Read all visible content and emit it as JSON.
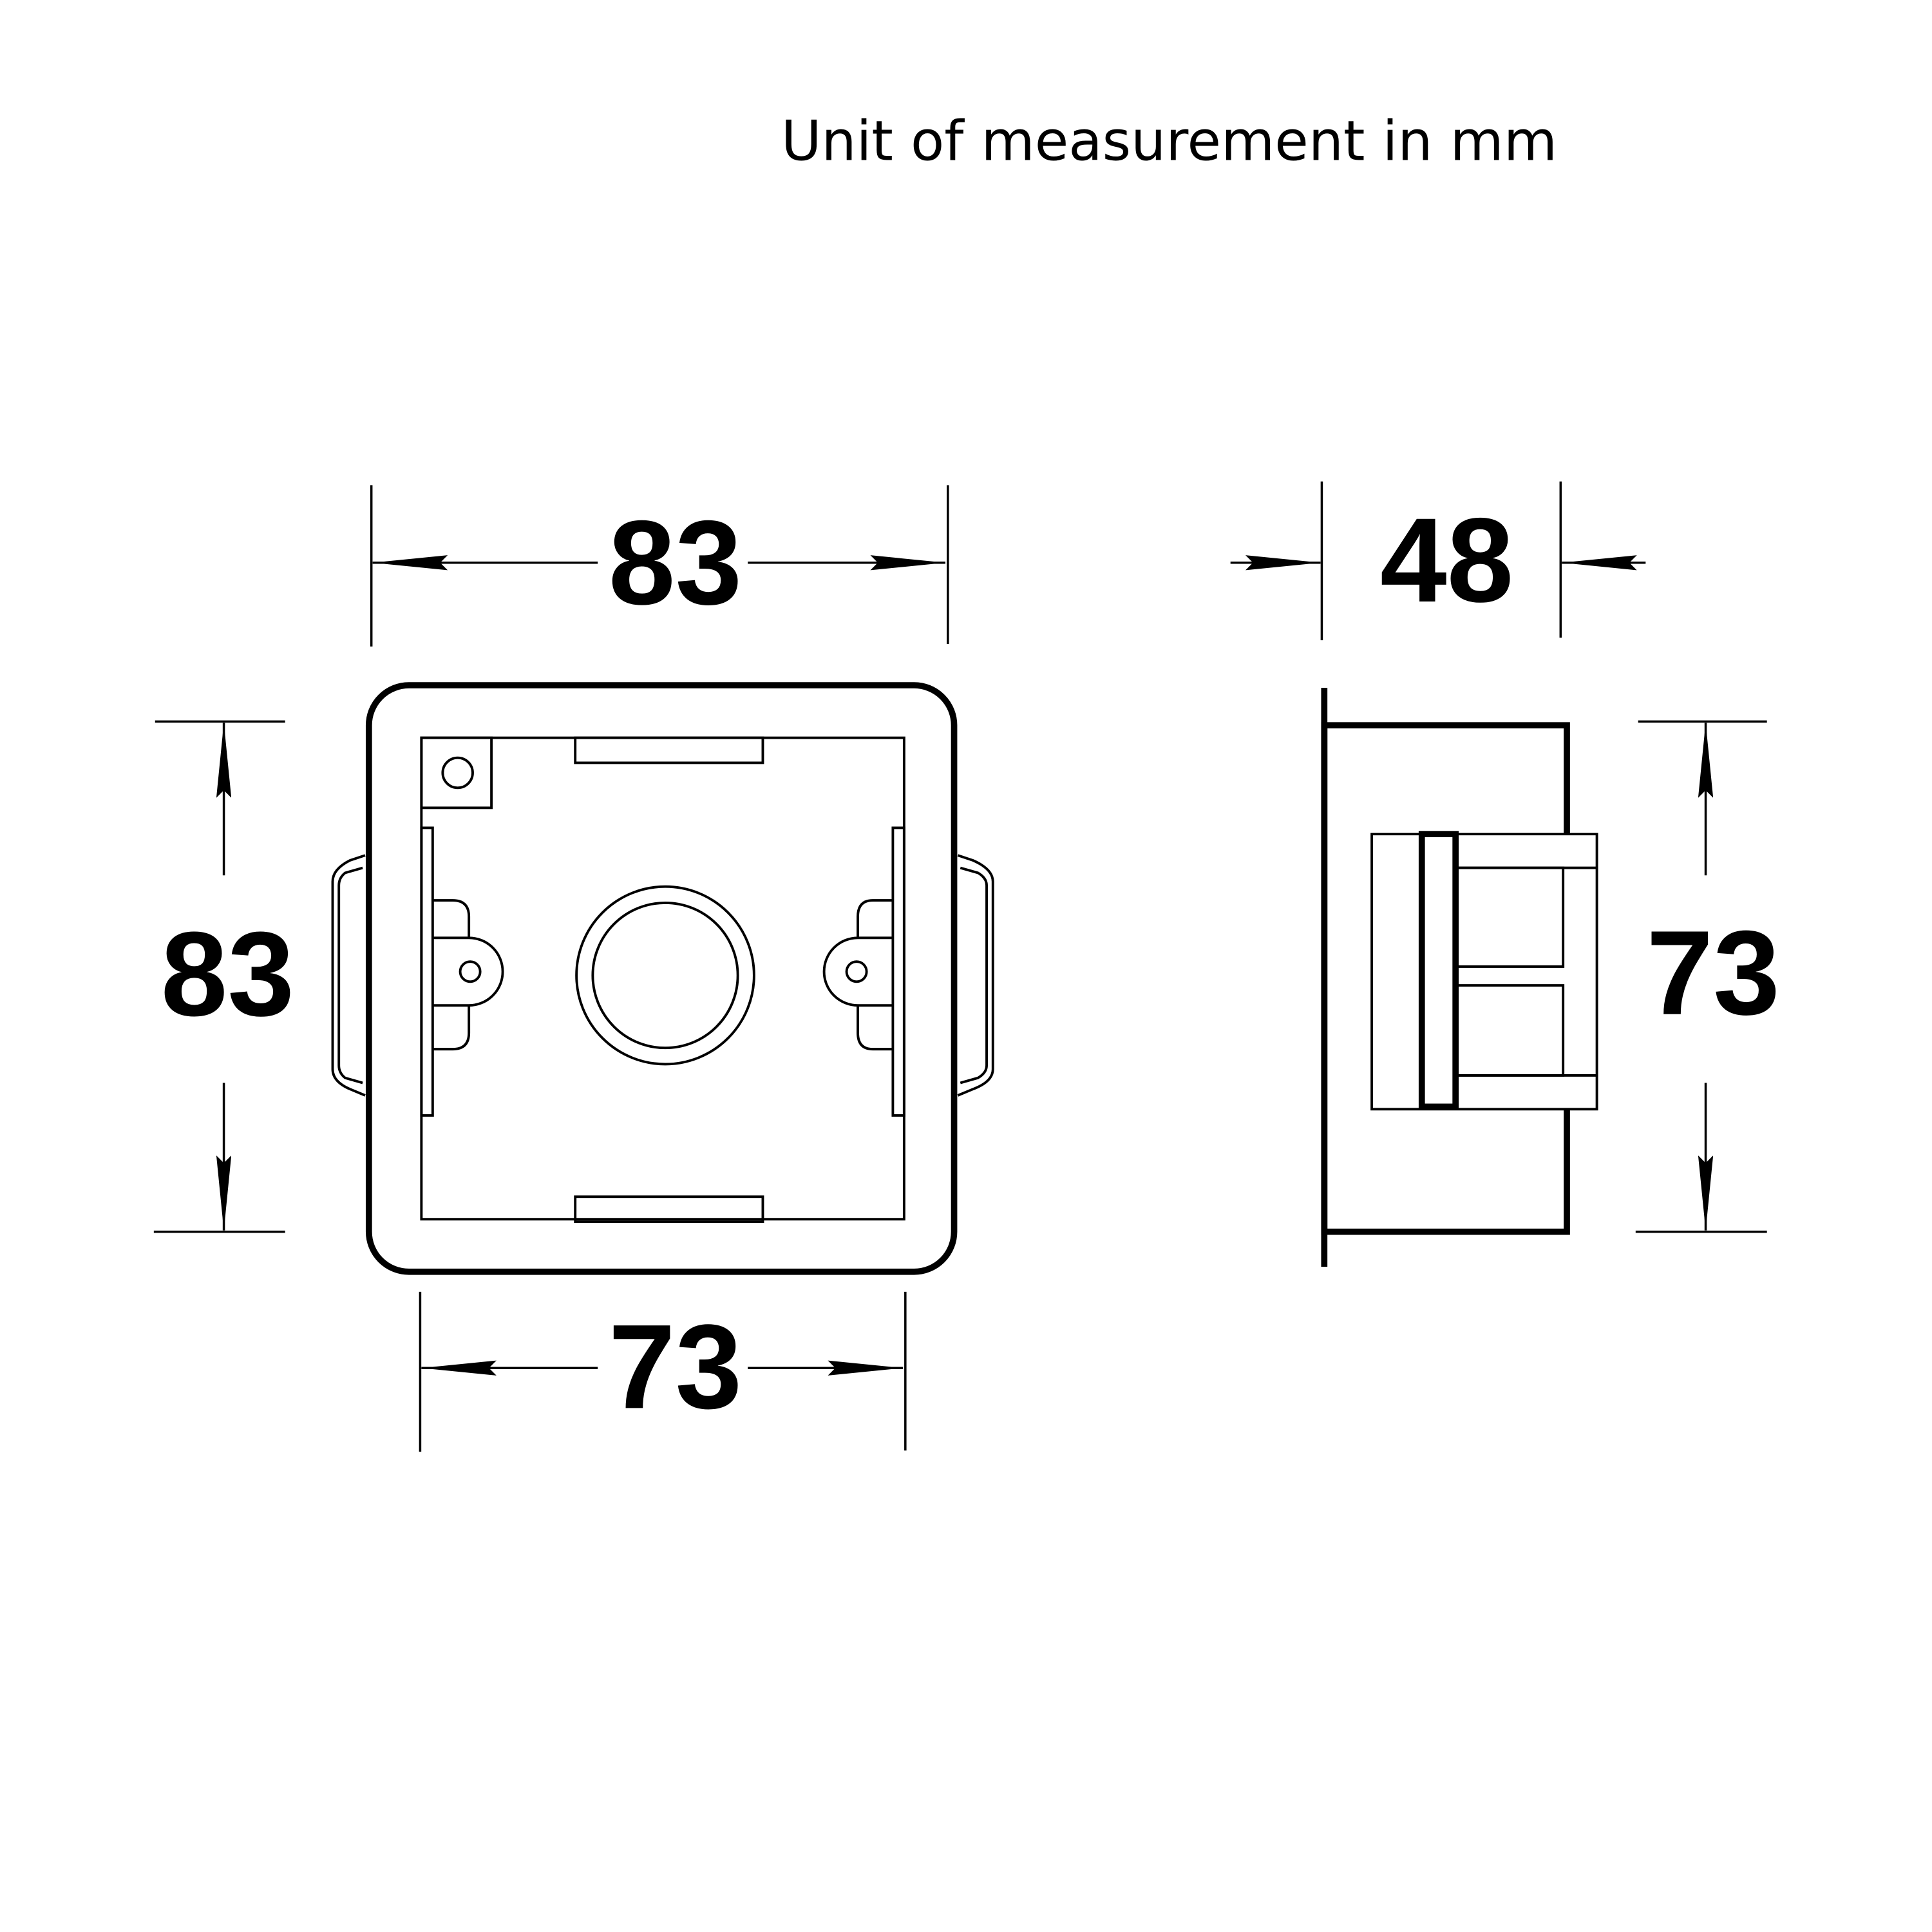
{
  "title": "Unit of measurement in mm",
  "front_view": {
    "width_outer": "83",
    "height_outer": "83",
    "width_inner": "73"
  },
  "side_view": {
    "depth": "48",
    "height_inner": "73"
  },
  "colors": {
    "line": "#000000",
    "background": "#ffffff"
  }
}
